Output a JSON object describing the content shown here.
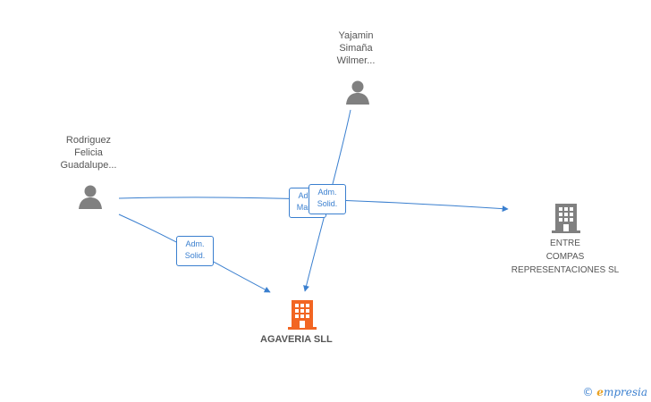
{
  "persons": [
    {
      "id": "p1",
      "lines": [
        "Yajamin",
        "Simaña",
        "Wilmer..."
      ]
    },
    {
      "id": "p2",
      "lines": [
        "Rodriguez",
        "Felicia",
        "Guadalupe..."
      ]
    }
  ],
  "companies": {
    "main": {
      "name": "AGAVERIA  SLL",
      "color": "#f26522"
    },
    "other": {
      "lines": [
        "ENTRE",
        "COMPAS",
        "REPRESENTACIONES SL"
      ],
      "color": "#808080"
    }
  },
  "edge_labels": {
    "p2_to_main": [
      "Adm.",
      "Solid."
    ],
    "p2_to_other": [
      "Adm.",
      "Manc."
    ],
    "p1_to_other": [
      "Adm.",
      "Solid."
    ]
  },
  "colors": {
    "edge": "#3a7fcf",
    "person": "#808080"
  },
  "brand": {
    "copyright": "©",
    "initial": "e",
    "rest": "mpresia"
  }
}
